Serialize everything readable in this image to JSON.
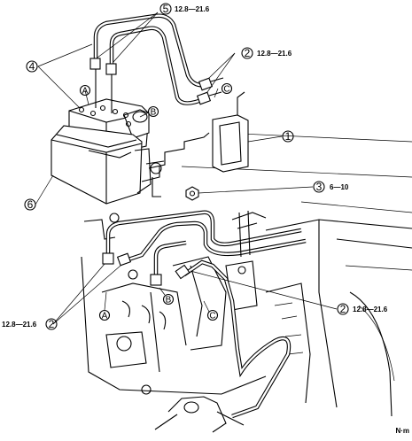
{
  "callouts": [
    {
      "id": "c1",
      "number": "1"
    },
    {
      "id": "c2a",
      "number": "2",
      "torque": "12.8—21.6"
    },
    {
      "id": "c2b",
      "number": "2",
      "torque": "12.8—21.6"
    },
    {
      "id": "c2c",
      "number": "2",
      "torque": "12.8—21.6"
    },
    {
      "id": "c3",
      "number": "3",
      "torque": "6—10"
    },
    {
      "id": "c4",
      "number": "4"
    },
    {
      "id": "c5",
      "number": "5",
      "torque": "12.8—21.6"
    },
    {
      "id": "c6",
      "number": "6"
    }
  ],
  "letters": [
    "A",
    "B",
    "C",
    "B",
    "C",
    "A"
  ],
  "unit": "N·m"
}
